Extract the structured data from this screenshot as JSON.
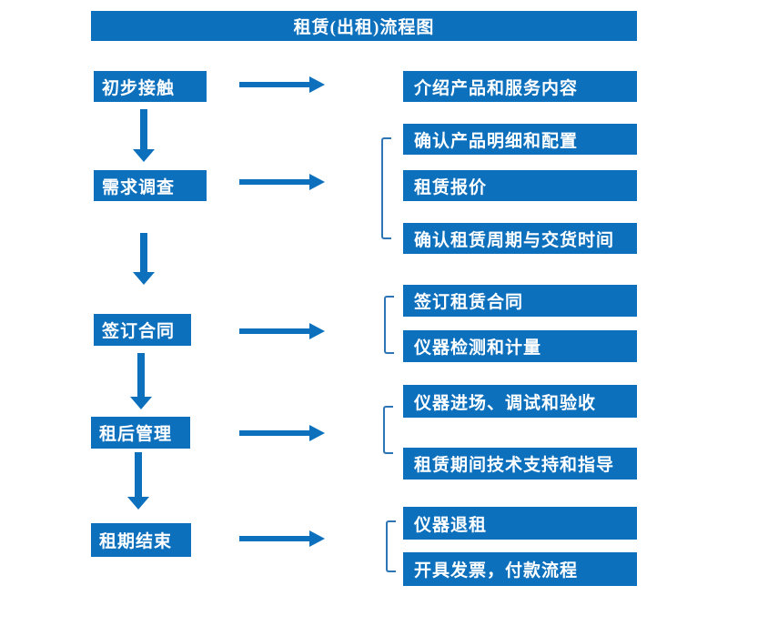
{
  "title": "租赁(出租)流程图",
  "colors": {
    "box_blue": "#0d70bd",
    "bracket_blue": "#2e75b6",
    "text_white": "#ffffff"
  },
  "stages": [
    {
      "label": "初步接触",
      "details": [
        "介绍产品和服务内容"
      ]
    },
    {
      "label": "需求调查",
      "details": [
        "确认产品明细和配置",
        "租赁报价",
        "确认租赁周期与交货时间"
      ]
    },
    {
      "label": "签订合同",
      "details": [
        "签订租赁合同",
        "仪器检测和计量"
      ]
    },
    {
      "label": "租后管理",
      "details": [
        "仪器进场、调试和验收",
        "租赁期间技术支持和指导"
      ]
    },
    {
      "label": "租期结束",
      "details": [
        "仪器退租",
        "开具发票，付款流程"
      ]
    }
  ]
}
